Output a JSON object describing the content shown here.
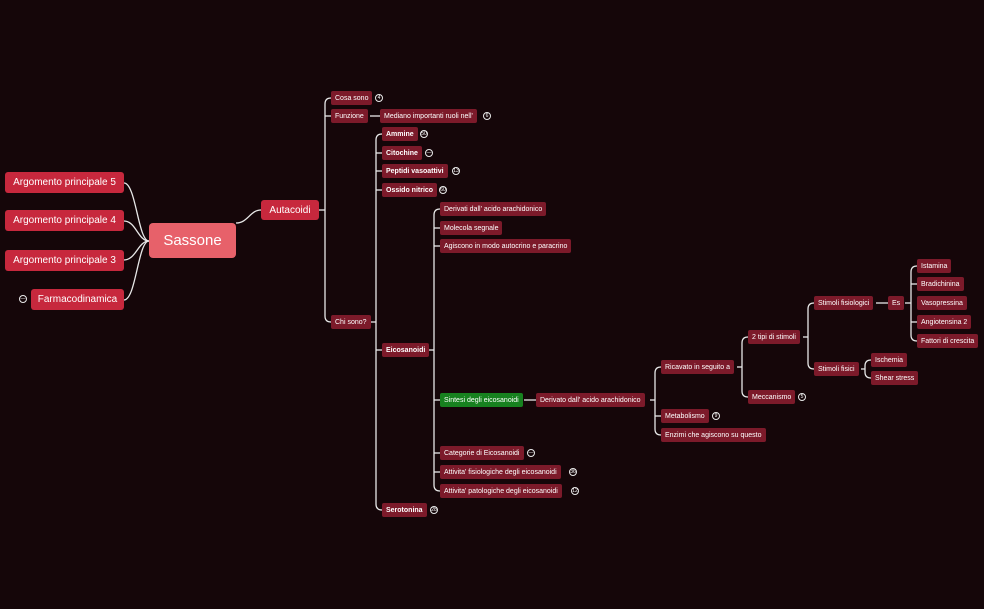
{
  "mindmap": {
    "root": "Sassone",
    "left_topics": [
      {
        "id": "arg5",
        "label": "Argomento principale 5"
      },
      {
        "id": "arg4",
        "label": "Argomento principale 4"
      },
      {
        "id": "arg3",
        "label": "Argomento principale 3"
      },
      {
        "id": "farm",
        "label": "Farmacodinamica",
        "badge": "—"
      }
    ],
    "autacoidi": {
      "label": "Autacoidi",
      "cosa_sono": {
        "label": "Cosa sono",
        "badge": "4"
      },
      "funzione": {
        "label": "Funzione",
        "child": {
          "label": "Mediano importanti ruoli nell'",
          "badge": "6"
        }
      },
      "chi_sono": {
        "label": "Chi sono?",
        "ammine": {
          "label": "Ammine",
          "badge": "50"
        },
        "citochine": {
          "label": "Citochine",
          "badge": "—"
        },
        "peptidi": {
          "label": "Peptidi vasoattivi",
          "badge": "13"
        },
        "ossido": {
          "label": "Ossido nitrico",
          "badge": "60"
        },
        "serotonina": {
          "label": "Serotonina",
          "badge": "28"
        },
        "eicosanoidi": {
          "label": "Eicosanoidi",
          "derivati": "Derivati dall' acido arachidonico",
          "molecola": "Molecola segnale",
          "agiscono": "Agiscono in modo autocrino e paracrino",
          "sintesi": {
            "label": "Sintesi degli eicosanoidi",
            "derivato": {
              "label": "Derivato dall' acido arachidonico",
              "ricavato": {
                "label": "Ricavato in seguito a",
                "due_tipi": {
                  "label": "2 tipi di stimoli",
                  "fisiologici": {
                    "label": "Stimoli fisiologici",
                    "es": {
                      "label": "Es",
                      "items": [
                        "Istamina",
                        "Bradichinina",
                        "Vasopressina",
                        "Angiotensina 2",
                        "Fattori di crescita"
                      ]
                    }
                  },
                  "fisici": {
                    "label": "Stimoli fisici",
                    "items": [
                      "Ischemia",
                      "Shear stress"
                    ]
                  }
                },
                "meccanismo": {
                  "label": "Meccanismo",
                  "badge": "5"
                }
              },
              "metabolismo": {
                "label": "Metabolismo",
                "badge": "9"
              },
              "enzimi": "Enzimi che agiscono su questo"
            }
          },
          "categorie": {
            "label": "Categorie di Eicosanoidi",
            "badge": "—"
          },
          "fisiologiche": {
            "label": "Attivita' fisiologiche degli eicosanoidi",
            "badge": "36"
          },
          "patologiche": {
            "label": "Attivita' patologiche degli eicosanoidi",
            "badge": "12"
          }
        }
      }
    }
  },
  "colors": {
    "background": "#150609",
    "center": "#e7616a",
    "main": "#c7283d",
    "sub": "#7c1a2a",
    "highlight": "#17811f",
    "line": "#e8e8e8"
  }
}
